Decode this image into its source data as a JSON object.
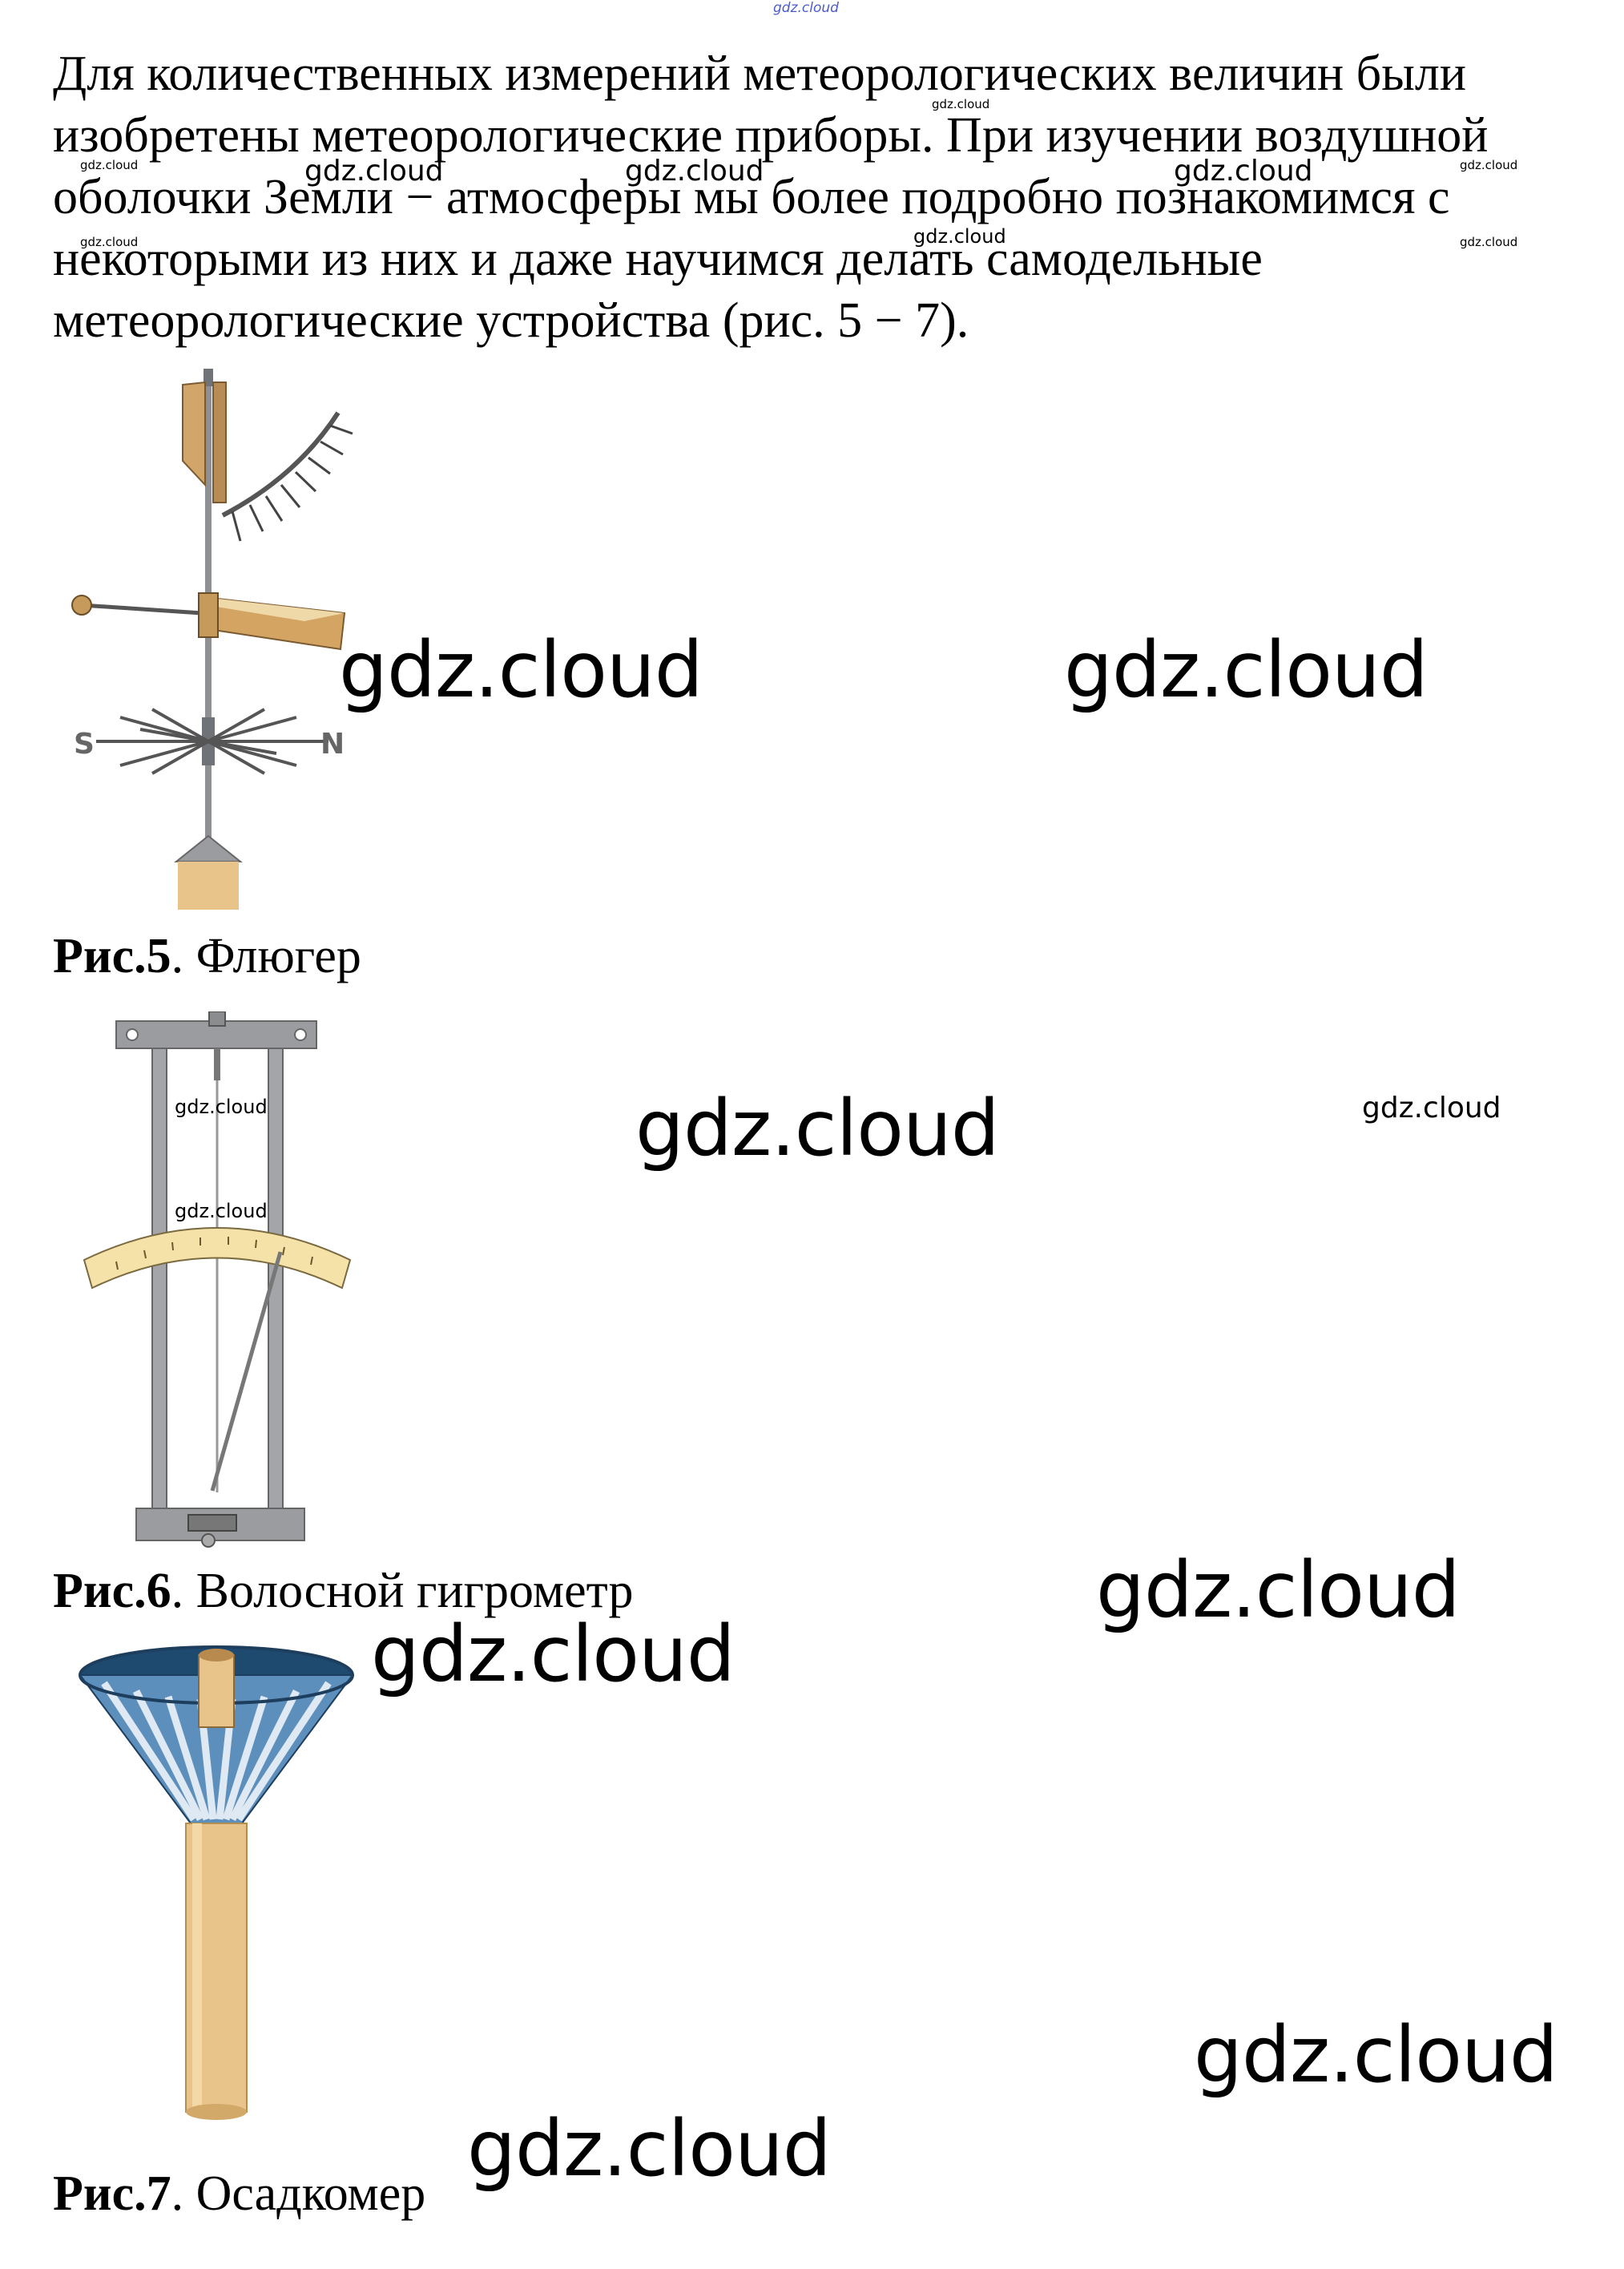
{
  "paragraph": {
    "lines": [
      "Для количественных измерений метеорологических величин были",
      "изобретены метеорологические приборы. При изучении воздушной",
      "оболочки Земли − атмосферы мы более подробно познакомимся с",
      "некоторыми из них и даже научимся делать самодельные",
      "метеорологические устройства (рис. 5 − 7)."
    ]
  },
  "figures": {
    "fig5": {
      "label": "Рис.5",
      "title": ". Флюгер",
      "compass_s": "S",
      "compass_n": "N"
    },
    "fig6": {
      "label": "Рис.6",
      "title": ". Волосной гигрометр"
    },
    "fig7": {
      "label": "Рис.7",
      "title": ". Осадкомер"
    }
  },
  "watermark": {
    "text": "gdz.cloud",
    "top_text": "gdz.cloud"
  },
  "colors": {
    "wood": "#E9C48A",
    "metal": "#9A9CA0",
    "vane": "#C8A060",
    "funnel": "#3E6E9A",
    "scale": "#F5E2A8"
  }
}
